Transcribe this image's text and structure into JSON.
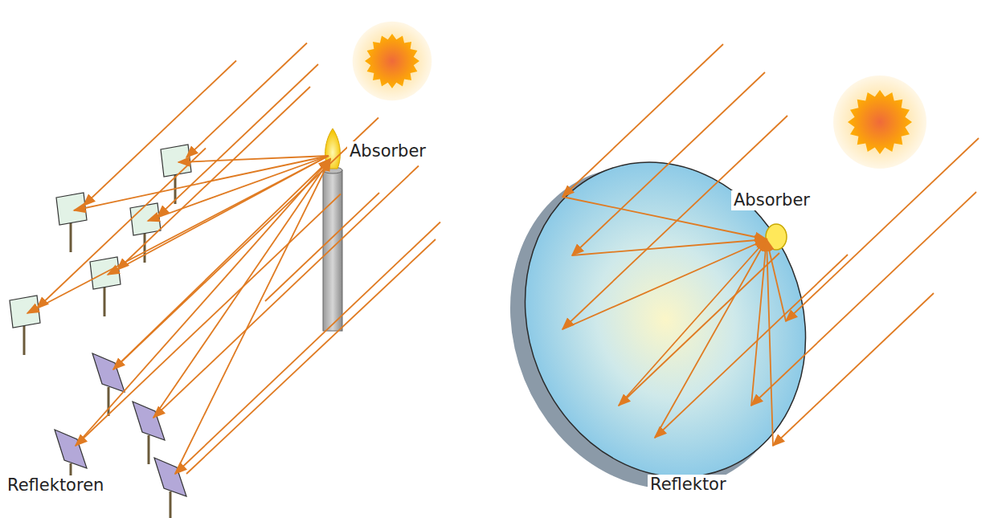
{
  "diagram": {
    "labels": [
      "Absorber",
      "Reflektoren",
      "Absorber",
      "Reflektor"
    ]
  }
}
